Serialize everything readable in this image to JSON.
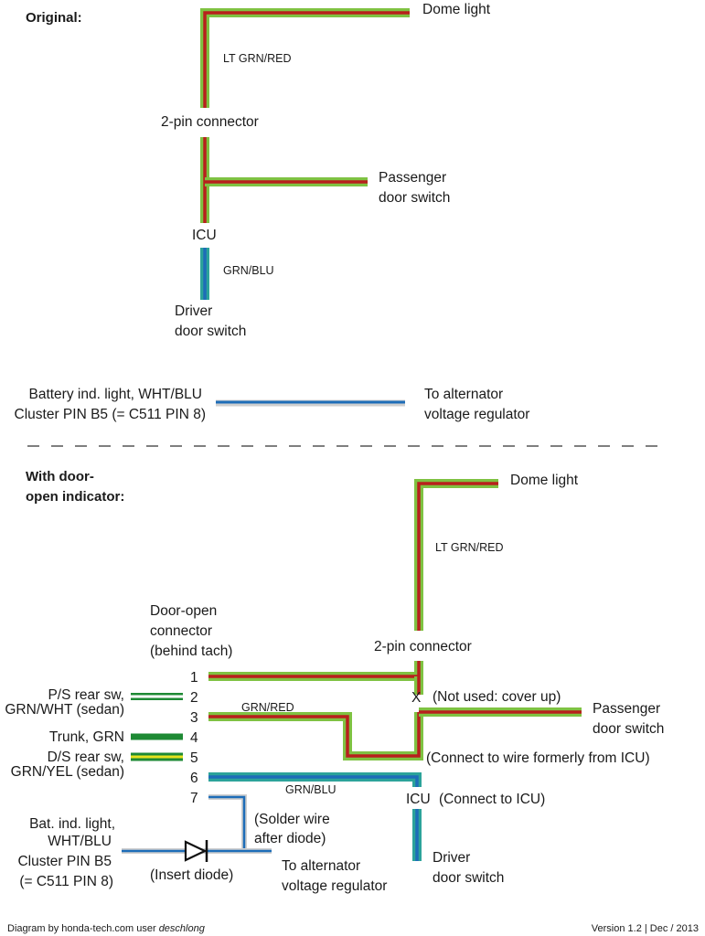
{
  "colors": {
    "green": "#7fc242",
    "red": "#b8201c",
    "blue": "#1e6db8",
    "teal": "#2ca39a",
    "yellow": "#e6e21e",
    "dark_green": "#1e8a34",
    "grey": "#b3b3b3"
  },
  "original": {
    "heading": "Original:",
    "dome_light": "Dome light",
    "wire_lt_grn_red": "LT GRN/RED",
    "two_pin_connector": "2-pin connector",
    "passenger_door_switch": [
      "Passenger",
      "door switch"
    ],
    "icu": "ICU",
    "wire_grn_blu": "GRN/BLU",
    "driver_door_switch": [
      "Driver",
      "door switch"
    ],
    "battery_label": [
      "Battery ind. light, WHT/BLU",
      "Cluster PIN B5 (= C511 PIN 8)"
    ],
    "alternator_label": [
      "To alternator",
      "voltage regulator"
    ]
  },
  "modified": {
    "heading": [
      "With door-",
      "open indicator:"
    ],
    "dome_light": "Dome light",
    "wire_lt_grn_red": "LT GRN/RED",
    "door_open_connector": [
      "Door-open",
      "connector",
      "(behind tach)"
    ],
    "two_pin_connector": "2-pin connector",
    "pins": [
      "1",
      "2",
      "3",
      "4",
      "5",
      "6",
      "7"
    ],
    "ps_rear_label": [
      "P/S rear sw,",
      "GRN/WHT (sedan)"
    ],
    "trunk_label": "Trunk, GRN",
    "ds_rear_label": [
      "D/S rear sw,",
      "GRN/YEL (sedan)"
    ],
    "wire_grn_red": "GRN/RED",
    "x_mark": "X",
    "not_used": "(Not used: cover up)",
    "passenger_door_switch": [
      "Passenger",
      "door switch"
    ],
    "connect_to_wire": "(Connect to wire formerly from ICU)",
    "wire_grn_blu": "GRN/BLU",
    "icu": "ICU",
    "connect_to_icu": "(Connect to ICU)",
    "solder_label": [
      "(Solder wire",
      "after diode)"
    ],
    "bat_label": [
      "Bat. ind. light,",
      "WHT/BLU",
      "Cluster PIN B5",
      "(= C511 PIN 8)"
    ],
    "insert_diode": "(Insert diode)",
    "alternator_label": [
      "To alternator",
      "voltage regulator"
    ],
    "driver_door_switch": [
      "Driver",
      "door switch"
    ]
  },
  "footer": {
    "credit_prefix": "Diagram by honda-tech.com user ",
    "credit_user": "deschlong",
    "version": "Version 1.2 | Dec / 2013"
  }
}
